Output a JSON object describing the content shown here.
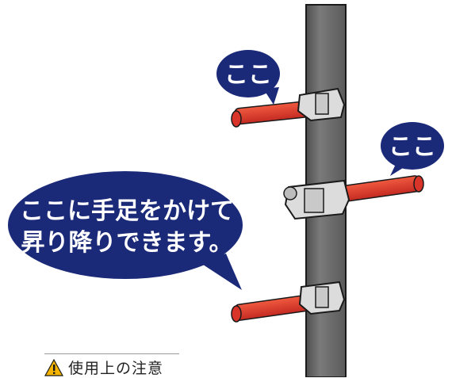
{
  "bubbles": {
    "top_left": "ここ",
    "top_right": "ここ",
    "main_line1": "ここに手足をかけて",
    "main_line2": "昇り降りできます。"
  },
  "caution": {
    "label": "使用上の注意",
    "icon": "warning-triangle-icon"
  },
  "colors": {
    "bubble": "#1b2a78",
    "pole": "#6d6d6d",
    "step_bar": "#d8342a",
    "clamp": "#dcdcdc",
    "warning": "#f4b400"
  }
}
